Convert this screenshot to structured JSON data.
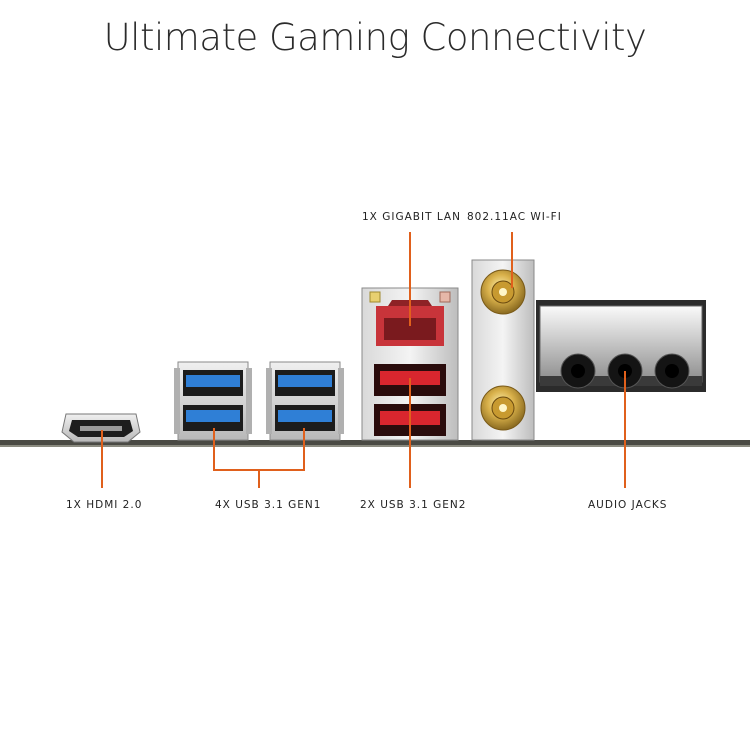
{
  "title": "Ultimate Gaming Connectivity",
  "labels": {
    "lan": "1X GIGABIT LAN",
    "wifi": "802.11AC WI-FI",
    "hdmi": "1X HDMI 2.0",
    "usb_gen1": "4X USB 3.1 GEN1",
    "usb_gen2": "2X USB 3.1 GEN2",
    "audio": "AUDIO JACKS"
  },
  "colors": {
    "accent_line": "#e0601c",
    "usb_gen1": "#2f7fd6",
    "usb_gen2": "#d8262e",
    "lan_port": "#c8343a",
    "board": "#4a4a44"
  }
}
